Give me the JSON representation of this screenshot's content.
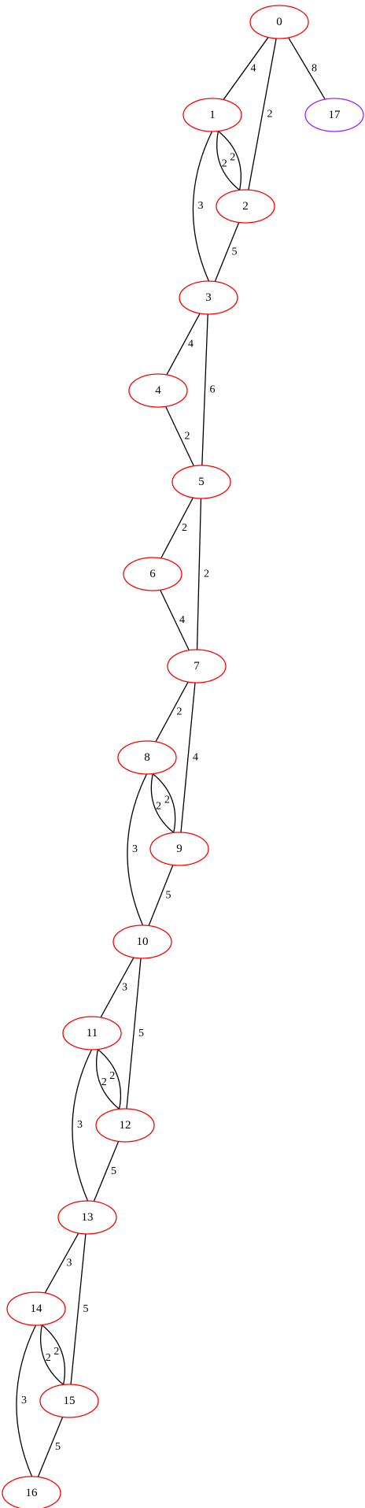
{
  "colors": {
    "node_default": "#ff0000",
    "node_highlight": "#a020f0",
    "edge": "#000000"
  },
  "nodes": [
    {
      "id": "0",
      "label": "0"
    },
    {
      "id": "1",
      "label": "1"
    },
    {
      "id": "2",
      "label": "2"
    },
    {
      "id": "3",
      "label": "3"
    },
    {
      "id": "4",
      "label": "4"
    },
    {
      "id": "5",
      "label": "5"
    },
    {
      "id": "6",
      "label": "6"
    },
    {
      "id": "7",
      "label": "7"
    },
    {
      "id": "8",
      "label": "8"
    },
    {
      "id": "9",
      "label": "9"
    },
    {
      "id": "10",
      "label": "10"
    },
    {
      "id": "11",
      "label": "11"
    },
    {
      "id": "12",
      "label": "12"
    },
    {
      "id": "13",
      "label": "13"
    },
    {
      "id": "14",
      "label": "14"
    },
    {
      "id": "15",
      "label": "15"
    },
    {
      "id": "16",
      "label": "16"
    },
    {
      "id": "17",
      "label": "17",
      "highlight": true
    }
  ],
  "edges": [
    {
      "from": "0",
      "to": "1",
      "label": "4"
    },
    {
      "from": "0",
      "to": "2",
      "label": "2"
    },
    {
      "from": "0",
      "to": "17",
      "label": "8"
    },
    {
      "from": "1",
      "to": "2",
      "label": "2"
    },
    {
      "from": "1",
      "to": "2",
      "label": "2"
    },
    {
      "from": "1",
      "to": "3",
      "label": "3"
    },
    {
      "from": "2",
      "to": "3",
      "label": "5"
    },
    {
      "from": "3",
      "to": "4",
      "label": "4"
    },
    {
      "from": "3",
      "to": "5",
      "label": "6"
    },
    {
      "from": "4",
      "to": "5",
      "label": "2"
    },
    {
      "from": "5",
      "to": "6",
      "label": "2"
    },
    {
      "from": "5",
      "to": "7",
      "label": "2"
    },
    {
      "from": "6",
      "to": "7",
      "label": "4"
    },
    {
      "from": "7",
      "to": "8",
      "label": "2"
    },
    {
      "from": "7",
      "to": "9",
      "label": "4"
    },
    {
      "from": "8",
      "to": "9",
      "label": "2"
    },
    {
      "from": "8",
      "to": "9",
      "label": "2"
    },
    {
      "from": "8",
      "to": "10",
      "label": "3"
    },
    {
      "from": "9",
      "to": "10",
      "label": "5"
    },
    {
      "from": "10",
      "to": "11",
      "label": "3"
    },
    {
      "from": "10",
      "to": "12",
      "label": "5"
    },
    {
      "from": "11",
      "to": "12",
      "label": "2"
    },
    {
      "from": "11",
      "to": "12",
      "label": "2"
    },
    {
      "from": "11",
      "to": "13",
      "label": "3"
    },
    {
      "from": "12",
      "to": "13",
      "label": "5"
    },
    {
      "from": "13",
      "to": "14",
      "label": "3"
    },
    {
      "from": "13",
      "to": "15",
      "label": "5"
    },
    {
      "from": "14",
      "to": "15",
      "label": "2"
    },
    {
      "from": "14",
      "to": "15",
      "label": "2"
    },
    {
      "from": "14",
      "to": "16",
      "label": "3"
    },
    {
      "from": "15",
      "to": "16",
      "label": "5"
    }
  ]
}
